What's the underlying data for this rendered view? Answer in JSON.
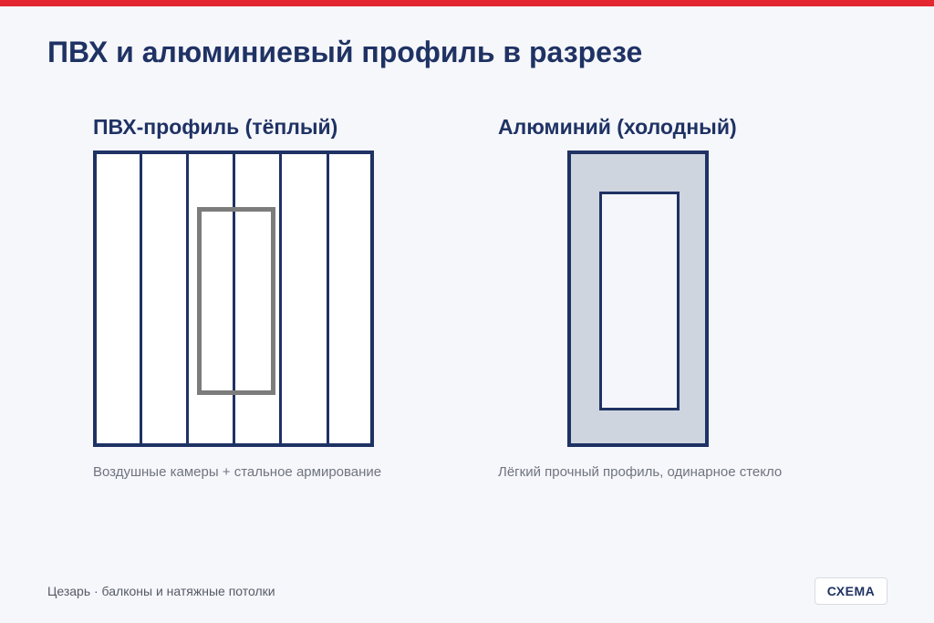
{
  "title": "ПВХ и алюминиевый профиль в разрезе",
  "pvc": {
    "title": "ПВХ-профиль (тёплый)",
    "caption": "Воздушные камеры + стальное армирование"
  },
  "aluminum": {
    "title": "Алюминий (холодный)",
    "caption": "Лёгкий прочный профиль, одинарное стекло"
  },
  "footer": {
    "text": "Цезарь · балконы и натяжные потолки",
    "badge": "СХЕМА"
  },
  "colors": {
    "accent_bar": "#e3262f",
    "primary": "#1f3264",
    "steel": "#7c7c7c",
    "aluminum_fill": "#cfd5df",
    "background": "#f6f7fb"
  }
}
